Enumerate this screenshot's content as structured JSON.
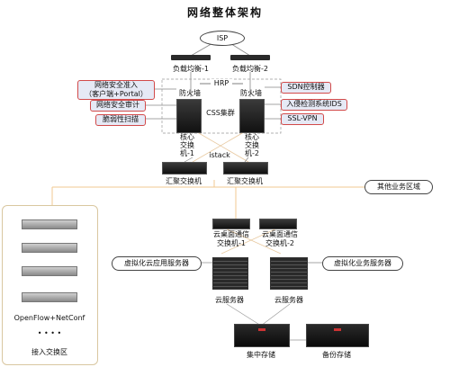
{
  "title": "网络整体架构",
  "isp": "ISP",
  "lb1": "负载均衡-1",
  "lb2": "负载均衡-2",
  "hrp": "HRP",
  "fw1": "防火墙",
  "fw2": "防火墙",
  "css": "CSS集群",
  "core1": "核心\n交换\n机-1",
  "core2": "核心\n交换\n机-2",
  "istack": "istack",
  "agg1": "汇聚交换机",
  "agg2": "汇聚交换机",
  "other": "其他业务区域",
  "cloud_sw1": "云桌面通信\n交换机-1",
  "cloud_sw2": "云桌面通信\n交换机-2",
  "virt_app": "虚拟化云应用服务器",
  "virt_biz": "虚拟化业务服务器",
  "cloud_srv1": "云服务器",
  "cloud_srv2": "云服务器",
  "storage_main": "集中存储",
  "storage_bak": "备份存储",
  "access_label": "OpenFlow+NetConf",
  "access_dots": "• • • •",
  "access_zone": "接入交换区",
  "left_boxes": {
    "nac": "网络安全准入\n（客户端+Portal）",
    "audit": "网络安全审计",
    "vuln": "脆弱性扫描"
  },
  "right_boxes": {
    "sdn": "SDN控制器",
    "ids": "入侵检测系统IDS",
    "vpn": "SSL-VPN"
  },
  "colors": {
    "red_border": "#d24a4a",
    "box_fill": "#e6e9f5",
    "orange_line": "#f0c890",
    "device_dark": "#1c1c1c"
  }
}
